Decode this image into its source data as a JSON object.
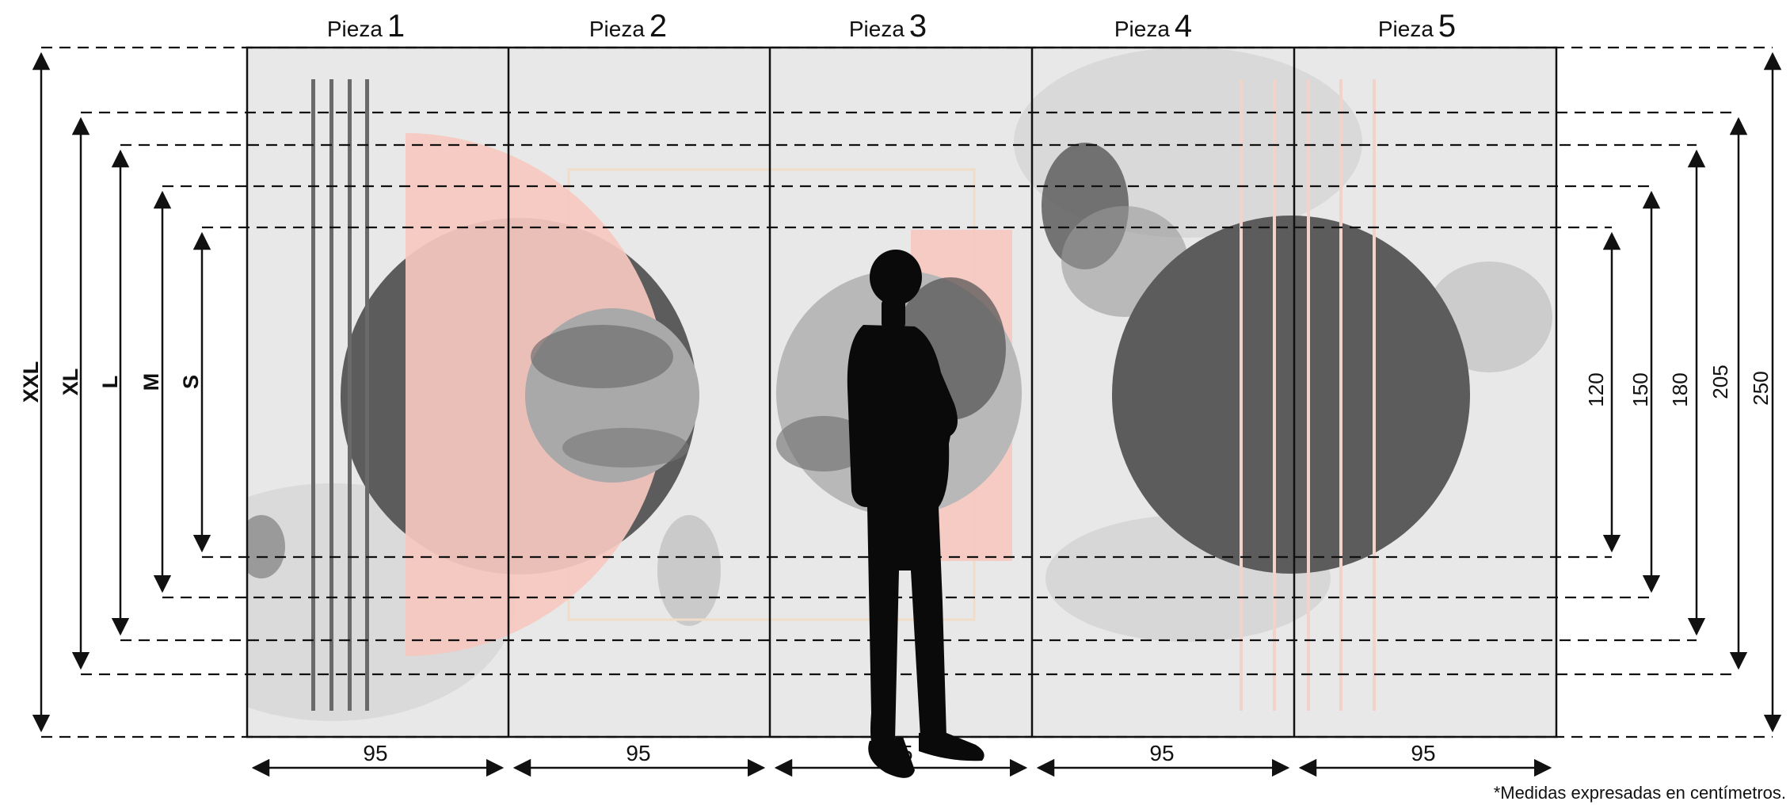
{
  "pieces": [
    {
      "word": "Pieza",
      "num": "1",
      "width": "95"
    },
    {
      "word": "Pieza",
      "num": "2",
      "width": "95"
    },
    {
      "word": "Pieza",
      "num": "3",
      "width": "95"
    },
    {
      "word": "Pieza",
      "num": "4",
      "width": "95"
    },
    {
      "word": "Pieza",
      "num": "5",
      "width": "95"
    }
  ],
  "size_labels": [
    "XXL",
    "XL",
    "L",
    "M",
    "S"
  ],
  "height_values": [
    "120",
    "150",
    "180",
    "205",
    "250"
  ],
  "footnote": "*Medidas expresadas en centímetros.",
  "colors": {
    "background_gray": "#e6e6e6",
    "dark_circle": "#5c5c5c",
    "pink": "#f6c8bf",
    "line": "#111111"
  },
  "icons": [
    "person-silhouette-icon"
  ]
}
